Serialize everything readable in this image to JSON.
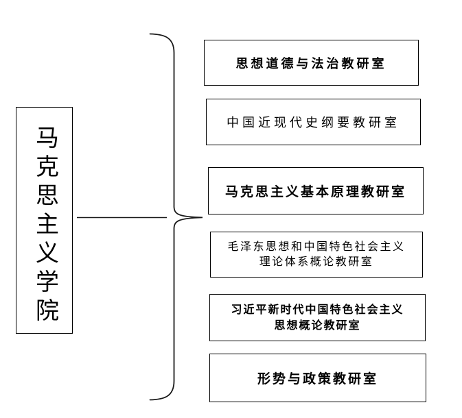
{
  "diagram": {
    "root_label": "马克思主义学院",
    "branches": [
      {
        "label": "思想道德与法治教研室"
      },
      {
        "label": "中国近现代史纲要教研室"
      },
      {
        "label": "马克思主义基本原理教研室"
      },
      {
        "label": "毛泽东思想和中国特色社会主义\n理论体系概论教研室"
      },
      {
        "label": "习近平新时代中国特色社会主义\n思想概论教研室"
      },
      {
        "label": "形势与政策教研室"
      }
    ]
  },
  "colors": {
    "background": "#ffffff",
    "line": "#1a1a1a",
    "border": "#000000",
    "text": "#000000"
  }
}
